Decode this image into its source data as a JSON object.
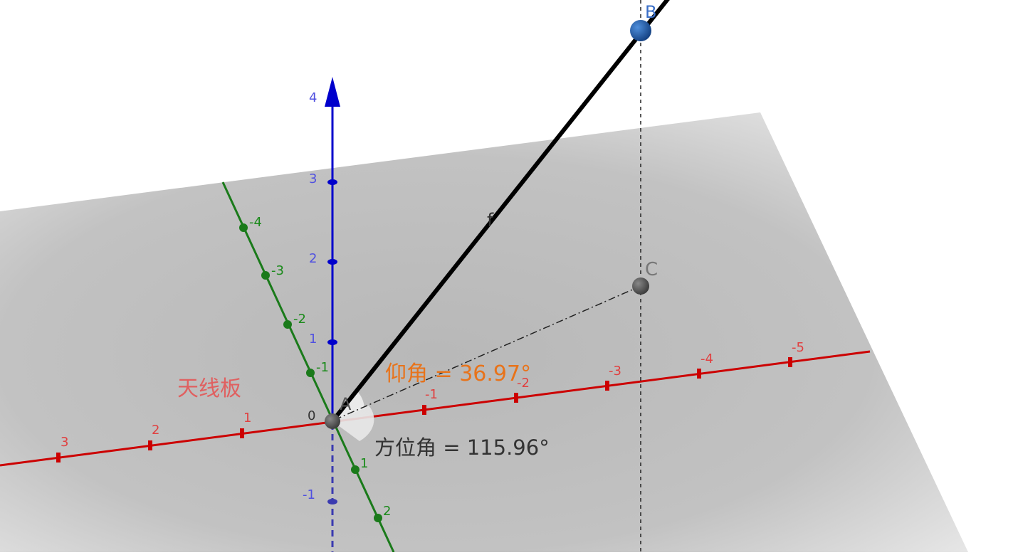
{
  "colors": {
    "background": "#ffffff",
    "plane_light": "#e4e4e4",
    "plane_dark": "#bababa",
    "x_axis": "#cc0000",
    "y_axis": "#1a7a1a",
    "z_axis": "#0000cc",
    "segment": "#000000",
    "point_b": "#1a5fb4",
    "point_gray": "#555555",
    "elevation_text": "#e8731a",
    "azimuth_text": "#333333",
    "plane_label": "#e06060"
  },
  "labels": {
    "plane": "天线板",
    "elevation": "仰角 = 36.97°",
    "azimuth": "方位角 = 115.96°",
    "segment": "f",
    "point_a": "A",
    "point_b": "B",
    "point_c": "C"
  },
  "axes": {
    "x": {
      "ticks": [
        "3",
        "2",
        "1",
        "-1",
        "-2",
        "-3",
        "-4",
        "-5"
      ]
    },
    "y": {
      "ticks": [
        "-4",
        "-3",
        "-2",
        "-1",
        "1",
        "2"
      ]
    },
    "z": {
      "ticks": [
        "4",
        "3",
        "2",
        "1",
        "0",
        "-1"
      ]
    }
  }
}
